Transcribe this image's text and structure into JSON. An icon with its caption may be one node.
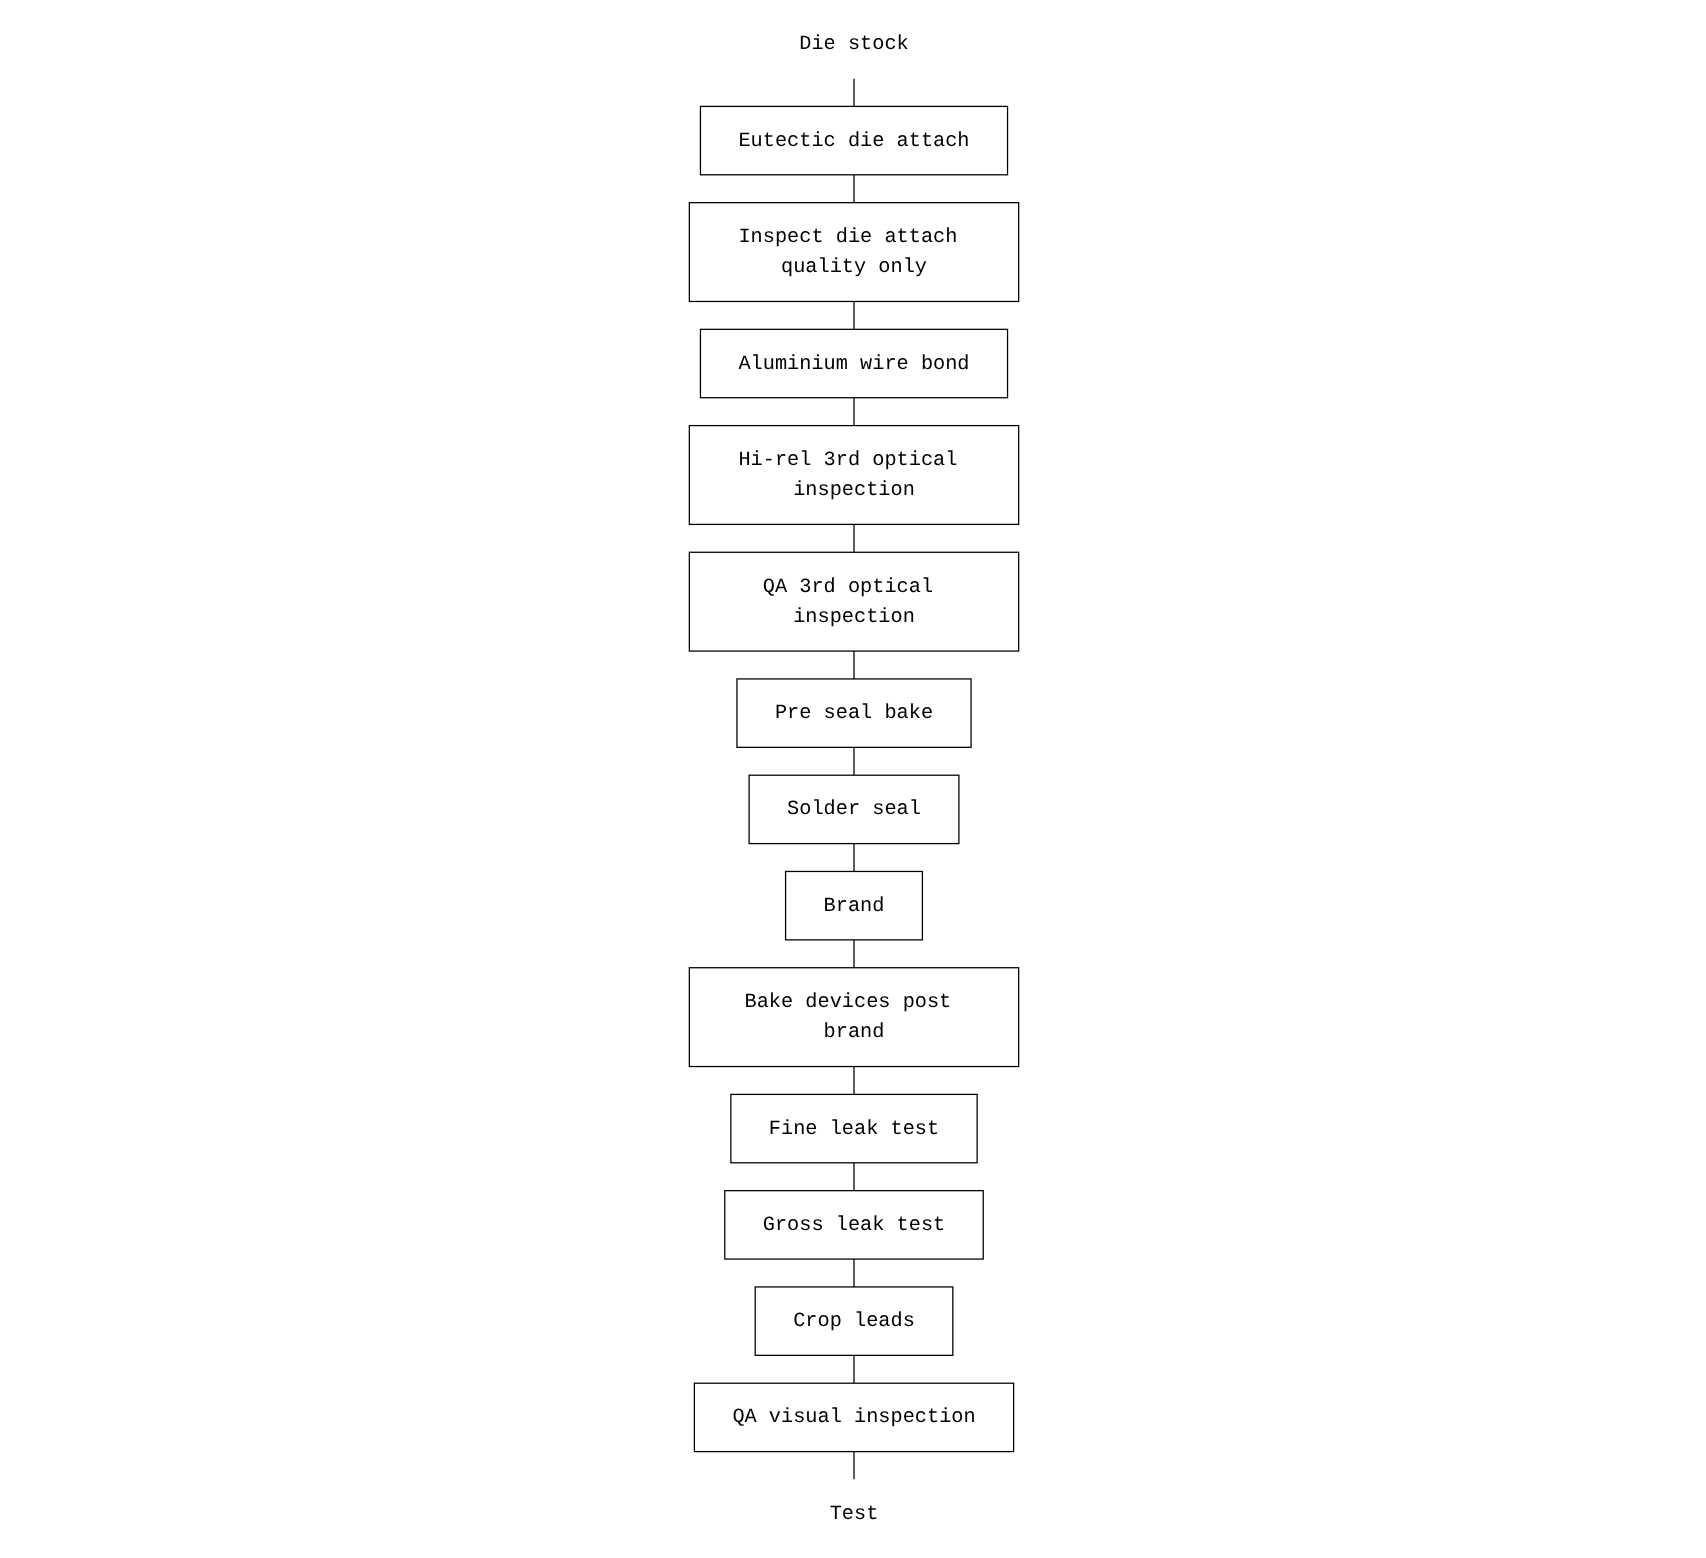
{
  "diagram": {
    "nodes": [
      {
        "text": [
          "Die stock"
        ]
      },
      {
        "text": [
          "Eutectic die attach"
        ]
      },
      {
        "text": [
          "Inspect die attach quality only"
        ]
      },
      {
        "text": [
          "Aluminium wire bond"
        ]
      },
      {
        "text": [
          "Hi-rel 3rd optical inspection"
        ]
      },
      {
        "text": [
          "QA 3rd optical inspection"
        ]
      },
      {
        "text": [
          "Pre seal bake"
        ]
      },
      {
        "text": [
          "Solder seal"
        ]
      },
      {
        "text": [
          "Brand"
        ]
      },
      {
        "text": [
          "Bake devices post brand"
        ]
      },
      {
        "text": [
          "Fine leak test"
        ]
      },
      {
        "text": [
          "Gross leak test"
        ]
      },
      {
        "text": [
          "Crop leads"
        ]
      },
      {
        "text": [
          "QA visual inspection"
        ]
      },
      {
        "text": [
          "Test"
        ]
      }
    ],
    "edges": [
      {
        "from": 0,
        "to": 1,
        "arrow": "none"
      },
      {
        "from": 1,
        "to": 2,
        "arrow": "none"
      },
      {
        "from": 2,
        "to": 3,
        "arrow": "none"
      },
      {
        "from": 3,
        "to": 4,
        "arrow": "none"
      },
      {
        "from": 4,
        "to": 5,
        "arrow": "none"
      },
      {
        "from": 5,
        "to": 6,
        "arrow": "none"
      },
      {
        "from": 6,
        "to": 7,
        "arrow": "none"
      },
      {
        "from": 7,
        "to": 8,
        "arrow": "none"
      },
      {
        "from": 8,
        "to": 9,
        "arrow": "none"
      },
      {
        "from": 9,
        "to": 10,
        "arrow": "none"
      },
      {
        "from": 10,
        "to": 11,
        "arrow": "none"
      },
      {
        "from": 11,
        "to": 12,
        "arrow": "none"
      },
      {
        "from": 12,
        "to": 13,
        "arrow": "none"
      },
      {
        "from": 13,
        "to": 14,
        "arrow": "none"
      }
    ]
  }
}
